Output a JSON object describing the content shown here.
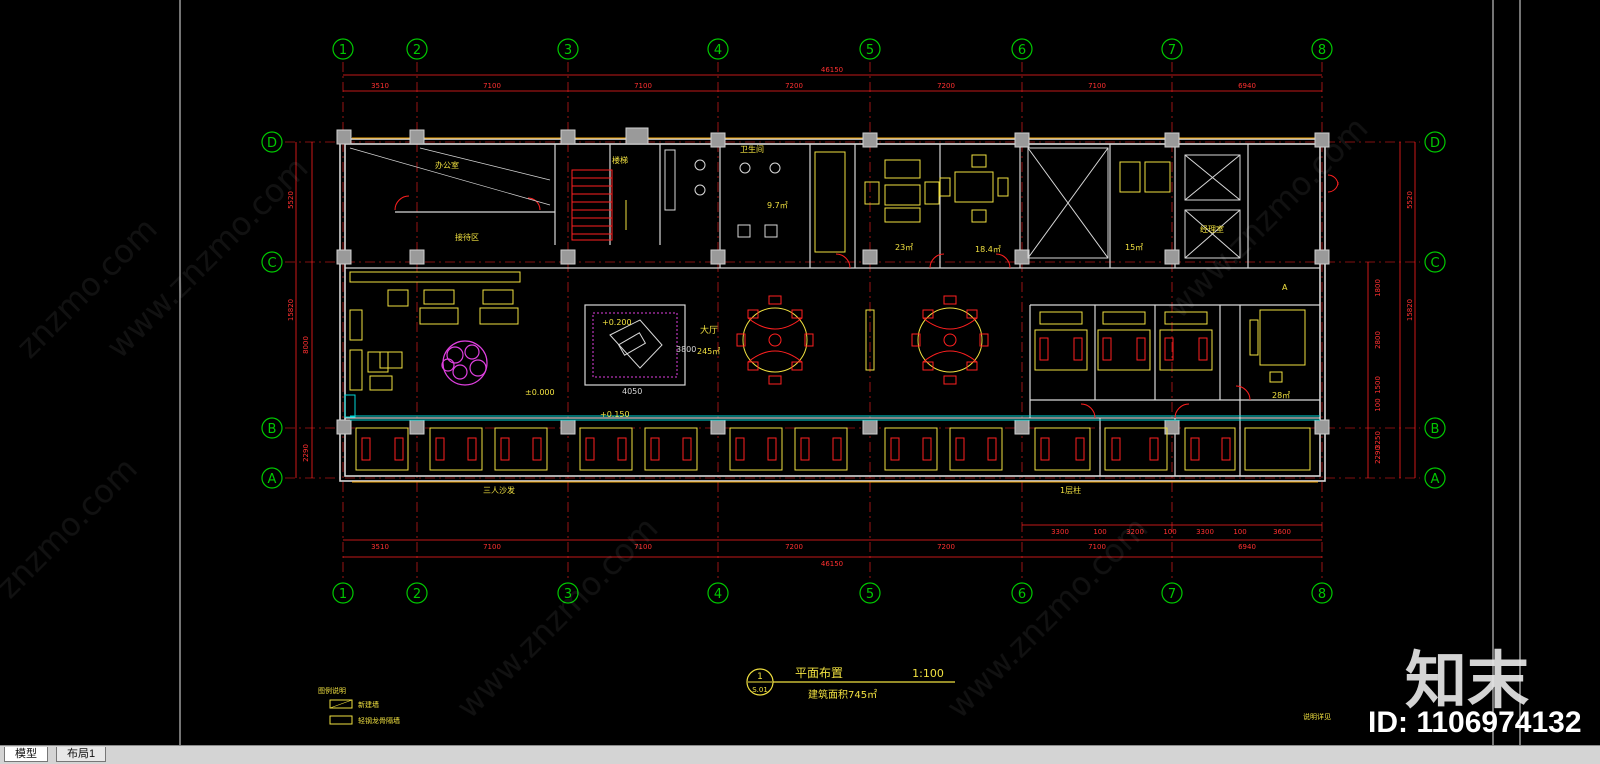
{
  "axes": {
    "columns": [
      "1",
      "2",
      "3",
      "4",
      "5",
      "6",
      "7",
      "8"
    ],
    "rows": [
      "D",
      "C",
      "B",
      "A"
    ]
  },
  "dimensions": {
    "overall": "46150",
    "top_segments": [
      "3510",
      "7100",
      "7100",
      "7200",
      "7200",
      "7100",
      "6940"
    ],
    "bottom_segments": [
      "3510",
      "7100",
      "7100",
      "7200",
      "7200",
      "7100",
      "6940"
    ],
    "bottom_detail": [
      "3300",
      "100",
      "3200",
      "100",
      "3300",
      "100",
      "3600"
    ],
    "left_vertical": [
      "5520",
      "15820",
      "8000",
      "2290"
    ],
    "right_vertical": [
      "5520",
      "15820",
      "1800",
      "2800",
      "1500",
      "100",
      "3250",
      "2290"
    ]
  },
  "room_labels": {
    "hall": "大厅",
    "hall_area": "245㎡",
    "level_1": "±0.000",
    "level_2": "+0.200",
    "level_3": "+0.150",
    "room_area_1": "23㎡",
    "room_area_2": "18.4㎡",
    "room_area_3": "15㎡",
    "room_area_4": "9.7㎡",
    "room_area_5": "28㎡",
    "stair": "楼梯",
    "office": "办公室",
    "reception": "接待区",
    "toilet": "卫生间",
    "manager": "经理室",
    "dim_hall_w": "4050",
    "dim_hall_h": "3800",
    "note_left": "三人沙发",
    "note_bottom": "1层柱",
    "note_door": "A"
  },
  "title_block": {
    "number": "1",
    "sheet": "S.01",
    "title": "平面布置",
    "scale": "1:100",
    "subtitle": "建筑面积745㎡"
  },
  "legend": {
    "heading": "图例说明",
    "item1": "新建墙",
    "item2": "轻钢龙骨隔墙"
  },
  "corner_note": "说明详见",
  "tabs": [
    "模型",
    "布局1"
  ],
  "watermark": {
    "logo": "知末",
    "id": "ID: 1106974132"
  },
  "colors": {
    "background": "#000000",
    "axis": "#00c800",
    "dimension": "#ff2020",
    "wall": "#d8d8d8",
    "furniture": "#f0e040",
    "door": "#ff2020",
    "cyan": "#00d8d8",
    "magenta": "#e040e0"
  }
}
